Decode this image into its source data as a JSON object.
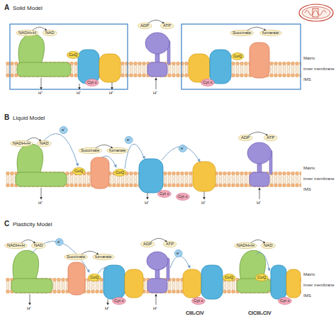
{
  "diagram": {
    "nodes": [
      {
        "text": [
          "NADH+H"
        ]
      },
      {
        "text": [
          "NAD"
        ]
      },
      {
        "text": [
          "CoQ"
        ]
      },
      {
        "text": [
          "Cyt c"
        ]
      },
      {
        "text": [
          "ADP"
        ]
      },
      {
        "text": [
          "ATP"
        ]
      },
      {
        "text": [
          "CoQ"
        ]
      },
      {
        "text": [
          "Cyt c"
        ]
      },
      {
        "text": [
          "Succinate"
        ]
      },
      {
        "text": [
          "fumarate"
        ]
      },
      {
        "text": [
          "NADH+H"
        ]
      },
      {
        "text": [
          "NAD"
        ]
      },
      {
        "text": [
          "e⁻"
        ]
      },
      {
        "text": [
          "Succinate"
        ]
      },
      {
        "text": [
          "fumarate"
        ]
      },
      {
        "text": [
          "CoQ"
        ]
      },
      {
        "text": [
          "CoQ"
        ]
      },
      {
        "text": [
          "e⁻"
        ]
      },
      {
        "text": [
          "Cyt c"
        ]
      },
      {
        "text": [
          "e⁻"
        ]
      },
      {
        "text": [
          "Cyt c"
        ]
      },
      {
        "text": [
          "ADP"
        ]
      },
      {
        "text": [
          "ATP"
        ]
      },
      {
        "text": [
          "NADH+H"
        ]
      },
      {
        "text": [
          "NAD"
        ]
      },
      {
        "text": [
          "e⁻"
        ]
      },
      {
        "text": [
          "Succinate"
        ]
      },
      {
        "text": [
          "fumarate"
        ]
      },
      {
        "text": [
          "CoQ"
        ]
      },
      {
        "text": [
          "Cyt c"
        ]
      },
      {
        "text": [
          "ADP"
        ]
      },
      {
        "text": [
          "ATP"
        ]
      },
      {
        "text": [
          "e⁻"
        ]
      },
      {
        "text": [
          "CoQ"
        ]
      },
      {
        "text": [
          "Cyt c"
        ]
      },
      {
        "text": [
          "NADH+H"
        ]
      },
      {
        "text": [
          "NAD"
        ]
      },
      {
        "text": [
          "CoQ"
        ]
      },
      {
        "text": [
          "Cyt c"
        ]
      }
    ],
    "edges": [
      {
        "from": 0,
        "to": 1,
        "arrow": "to"
      },
      {
        "from": 4,
        "to": 5,
        "arrow": "to"
      },
      {
        "from": 8,
        "to": 9,
        "arrow": "to"
      },
      {
        "from": 10,
        "to": 11,
        "arrow": "to"
      },
      {
        "from": 13,
        "to": 14,
        "arrow": "to"
      },
      {
        "from": 21,
        "to": 22,
        "arrow": "to"
      },
      {
        "from": 23,
        "to": 24,
        "arrow": "to"
      },
      {
        "from": 26,
        "to": 27,
        "arrow": "to"
      },
      {
        "from": 30,
        "to": 31,
        "arrow": "to"
      },
      {
        "from": 35,
        "to": 36,
        "arrow": "to"
      }
    ],
    "labels": [
      "A",
      "Solid Model",
      "Matrix",
      "inner membrane",
      "IMS",
      "H⁺",
      "H⁺",
      "H⁺",
      "H⁺",
      "B",
      "Liquid Model",
      "Matrix",
      "inner membrane",
      "IMS",
      "H⁺",
      "H⁺",
      "H⁺",
      "H⁺",
      "C",
      "Plasticity Model",
      "Matrix",
      "inner membrane",
      "IMS",
      "H⁺",
      "H⁺",
      "H⁺",
      "CIII₂CIV",
      "CICIII₂CIV"
    ]
  }
}
